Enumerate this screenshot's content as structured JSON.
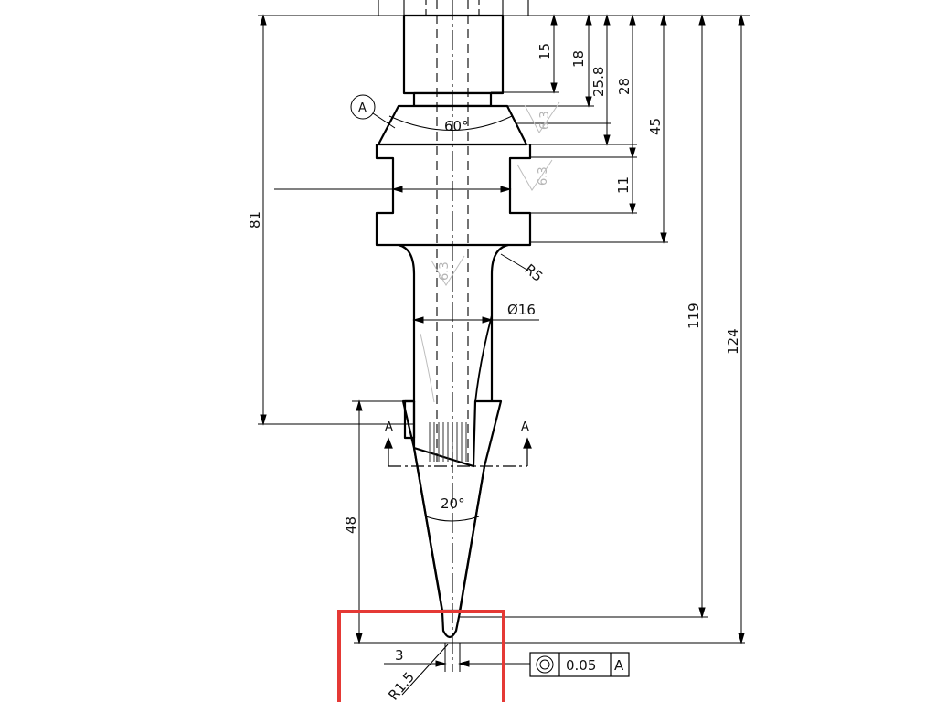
{
  "drawing": {
    "dimensions": {
      "d15": "15",
      "d18": "18",
      "d25_8": "25.8",
      "d28": "28",
      "d45": "45",
      "d11": "11",
      "d81": "81",
      "d119": "119",
      "d124": "124",
      "d48": "48",
      "d3": "3",
      "angle_top": "60°",
      "angle_tip": "20°",
      "radius_fillet": "R5",
      "radius_tip": "R1.5",
      "diameter": "Ø16"
    },
    "datum_label": "A",
    "section_left": "A",
    "section_right": "A",
    "roughness": {
      "r1": "6.3",
      "r2": "6.3",
      "r3": "6.3"
    },
    "tolerance_frame": {
      "symbol": "concentricity-icon",
      "value": "0.05",
      "datum": "A"
    },
    "highlight_color": "#e53935"
  }
}
